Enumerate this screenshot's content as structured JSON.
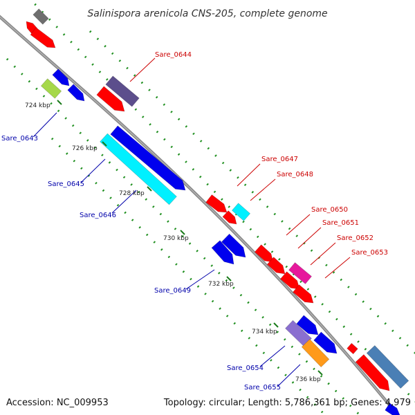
{
  "title": "Salinispora arenicola CNS-205, complete genome",
  "footer": {
    "accession": "Accession: NC_009953",
    "topology": "Topology: circular; Length: 5,786,361 bp; Genes: 4,979"
  },
  "ticks": [
    "724 kbp",
    "726 kbp",
    "728 kbp",
    "730 kbp",
    "732 kbp",
    "734 kbp",
    "736 kbp"
  ],
  "forward_genes": [
    "Sare_0644",
    "Sare_0647",
    "Sare_0648",
    "Sare_0650",
    "Sare_0651",
    "Sare_0652",
    "Sare_0653"
  ],
  "reverse_genes": [
    "Sare_0643",
    "Sare_0645",
    "Sare_0646",
    "Sare_0649",
    "Sare_0654",
    "Sare_0655"
  ],
  "colors": {
    "backbone": "#8a8a8a",
    "dots": "#1f8f1f",
    "forward_label": "#cc0000",
    "reverse_label": "#0000aa",
    "red": "#ff0000",
    "blue": "#0000ee",
    "cyan": "#00f0ff",
    "purple": "#5c4e8c",
    "magenta": "#e6199c",
    "orange": "#ff9a1a",
    "steelblue": "#4a7fb5",
    "lavender": "#8a6fd0",
    "lightgreen": "#a6d84a",
    "gray": "#6e6e6e"
  }
}
